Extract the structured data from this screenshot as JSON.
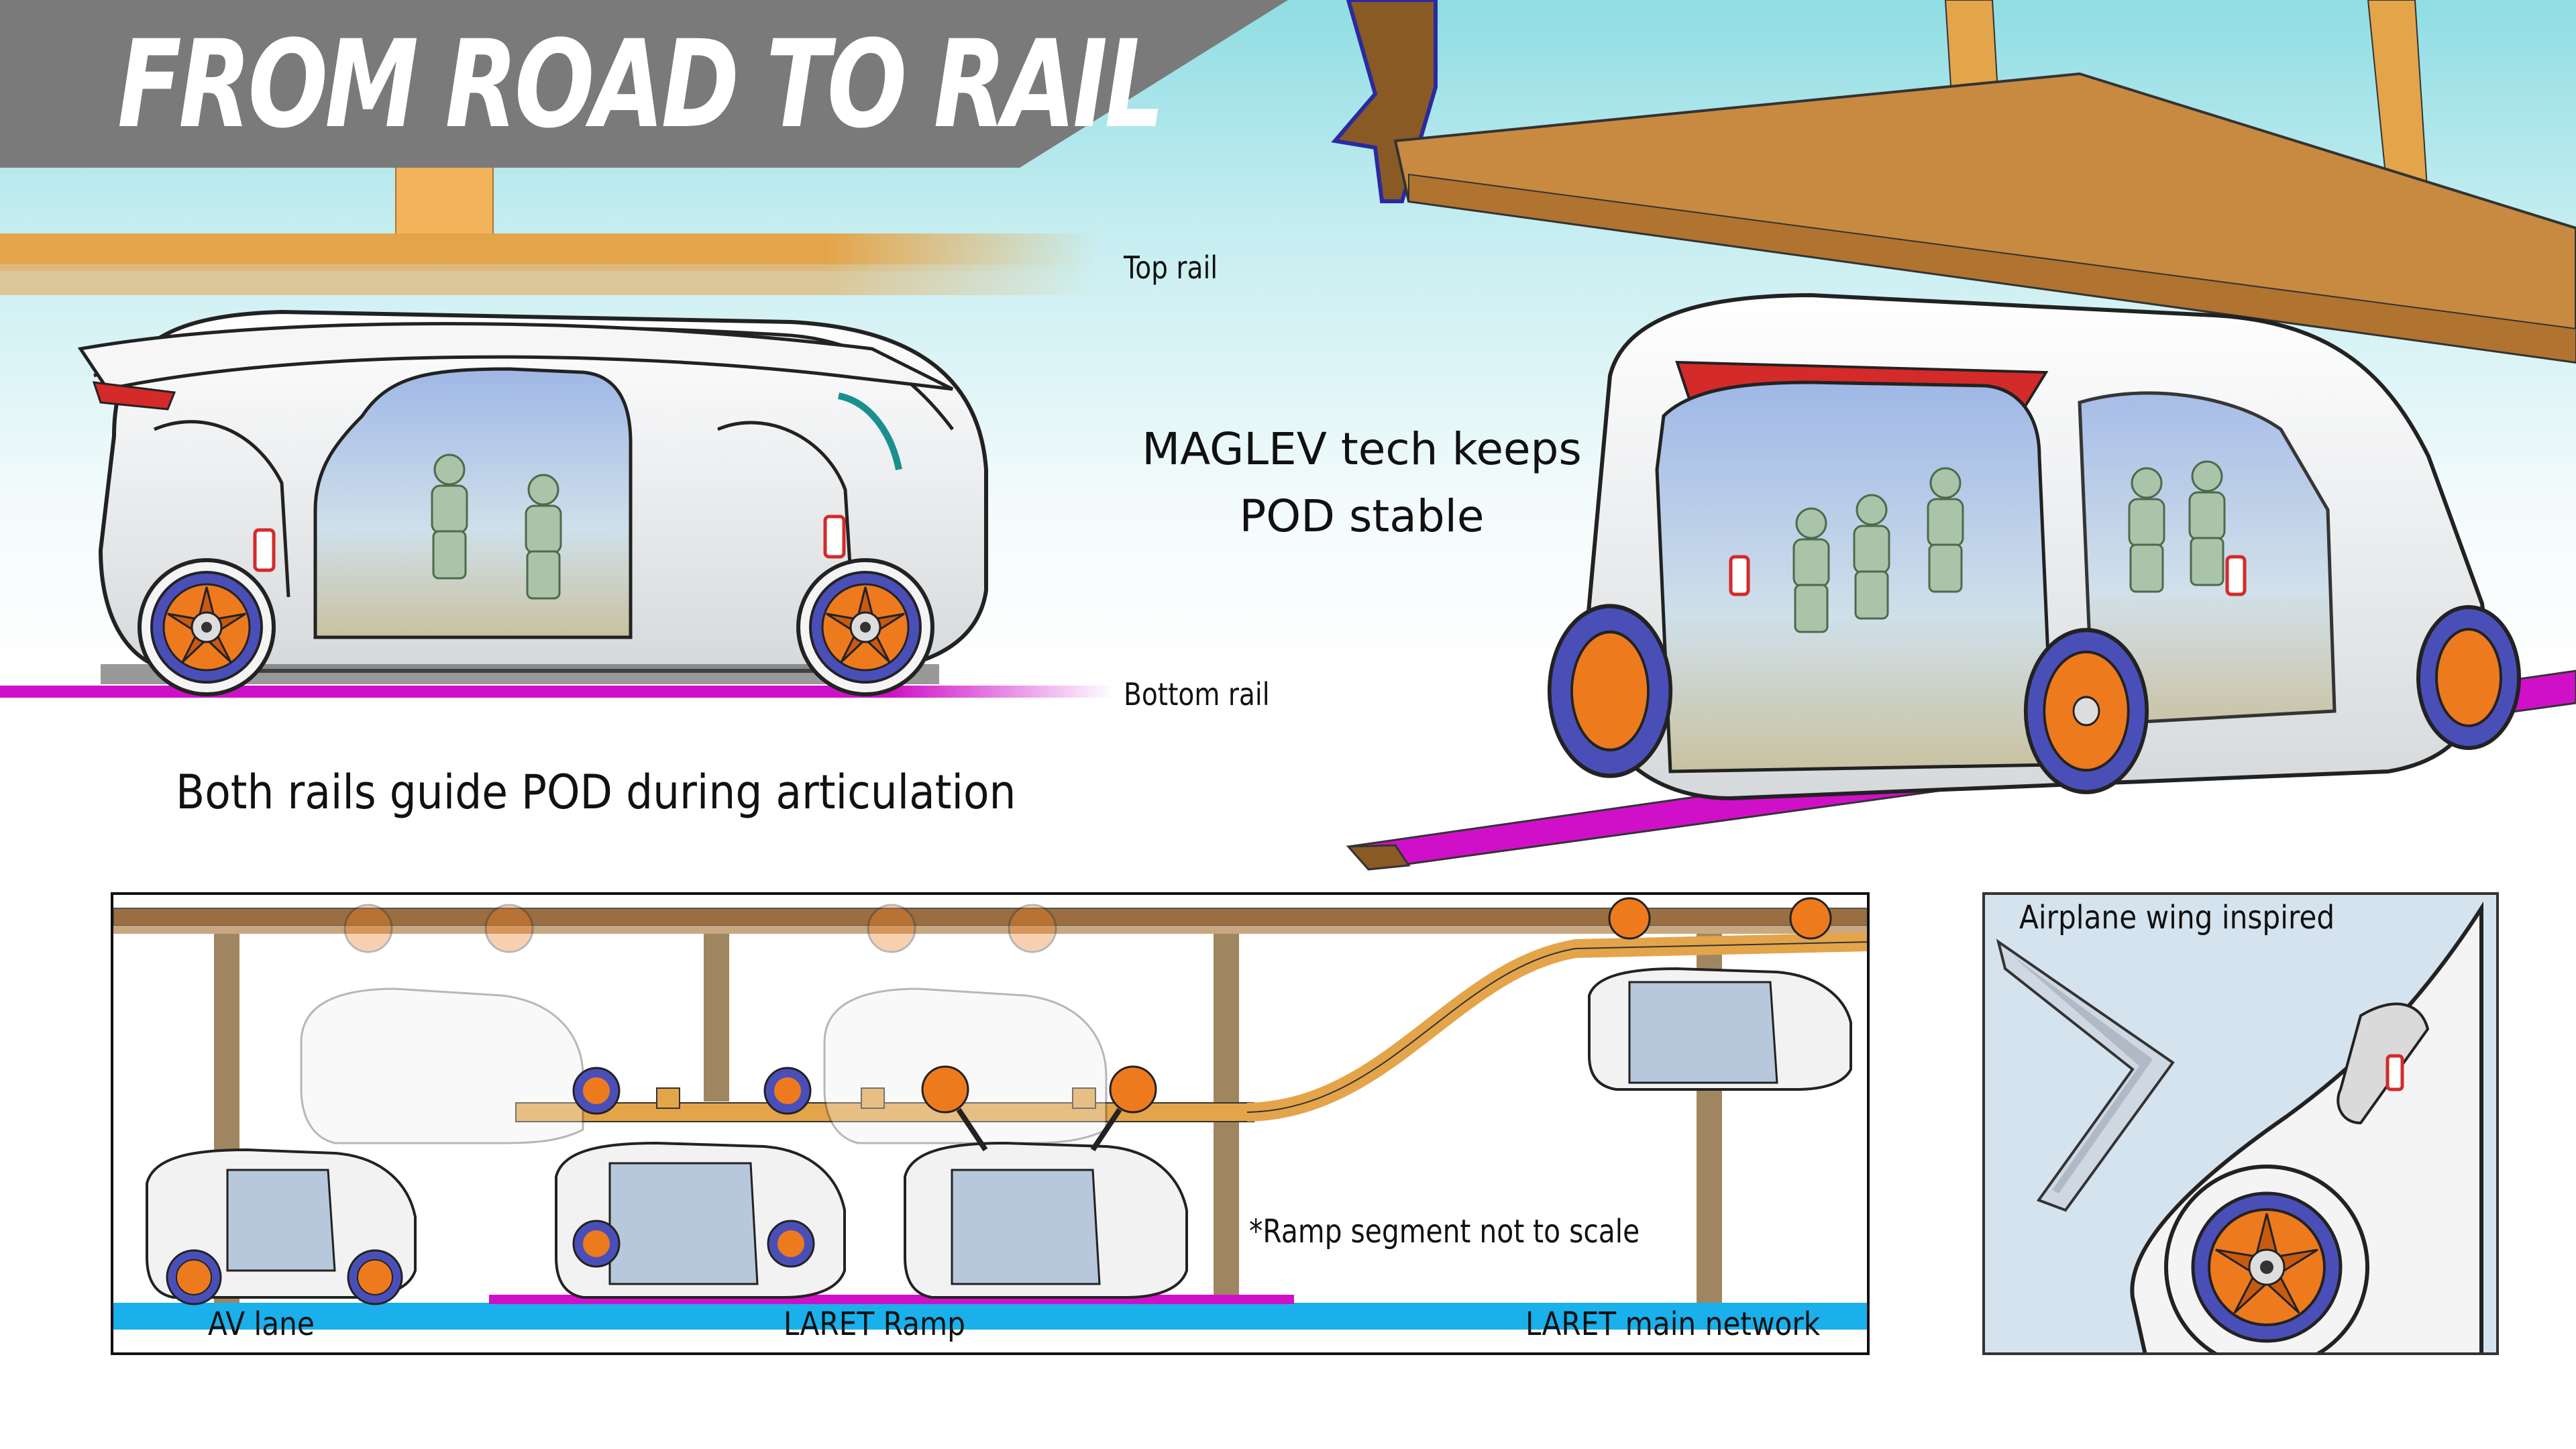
{
  "title": "FROM ROAD TO RAIL",
  "labels": {
    "top_rail": "Top rail",
    "bottom_rail": "Bottom rail",
    "maglev": "MAGLEV tech keeps POD stable",
    "both_rails": "Both rails guide POD during articulation",
    "ramp_note": "*Ramp segment not to scale",
    "av_lane": "AV lane",
    "laret_ramp": "LARET Ramp",
    "laret_main": "LARET main network",
    "wing": "Airplane wing inspired"
  },
  "colors": {
    "banner": "#7a7a7a",
    "rail_wood": "#e4a44a",
    "rail_wood_dark": "#b07330",
    "bottom_rail": "#d010c8",
    "lane": "#1ab0ec",
    "wheel_orange": "#ee7a1e",
    "wheel_blue": "#4a4fb8",
    "brake_red": "#d42a2a",
    "pod_body": "#eef0f2"
  }
}
